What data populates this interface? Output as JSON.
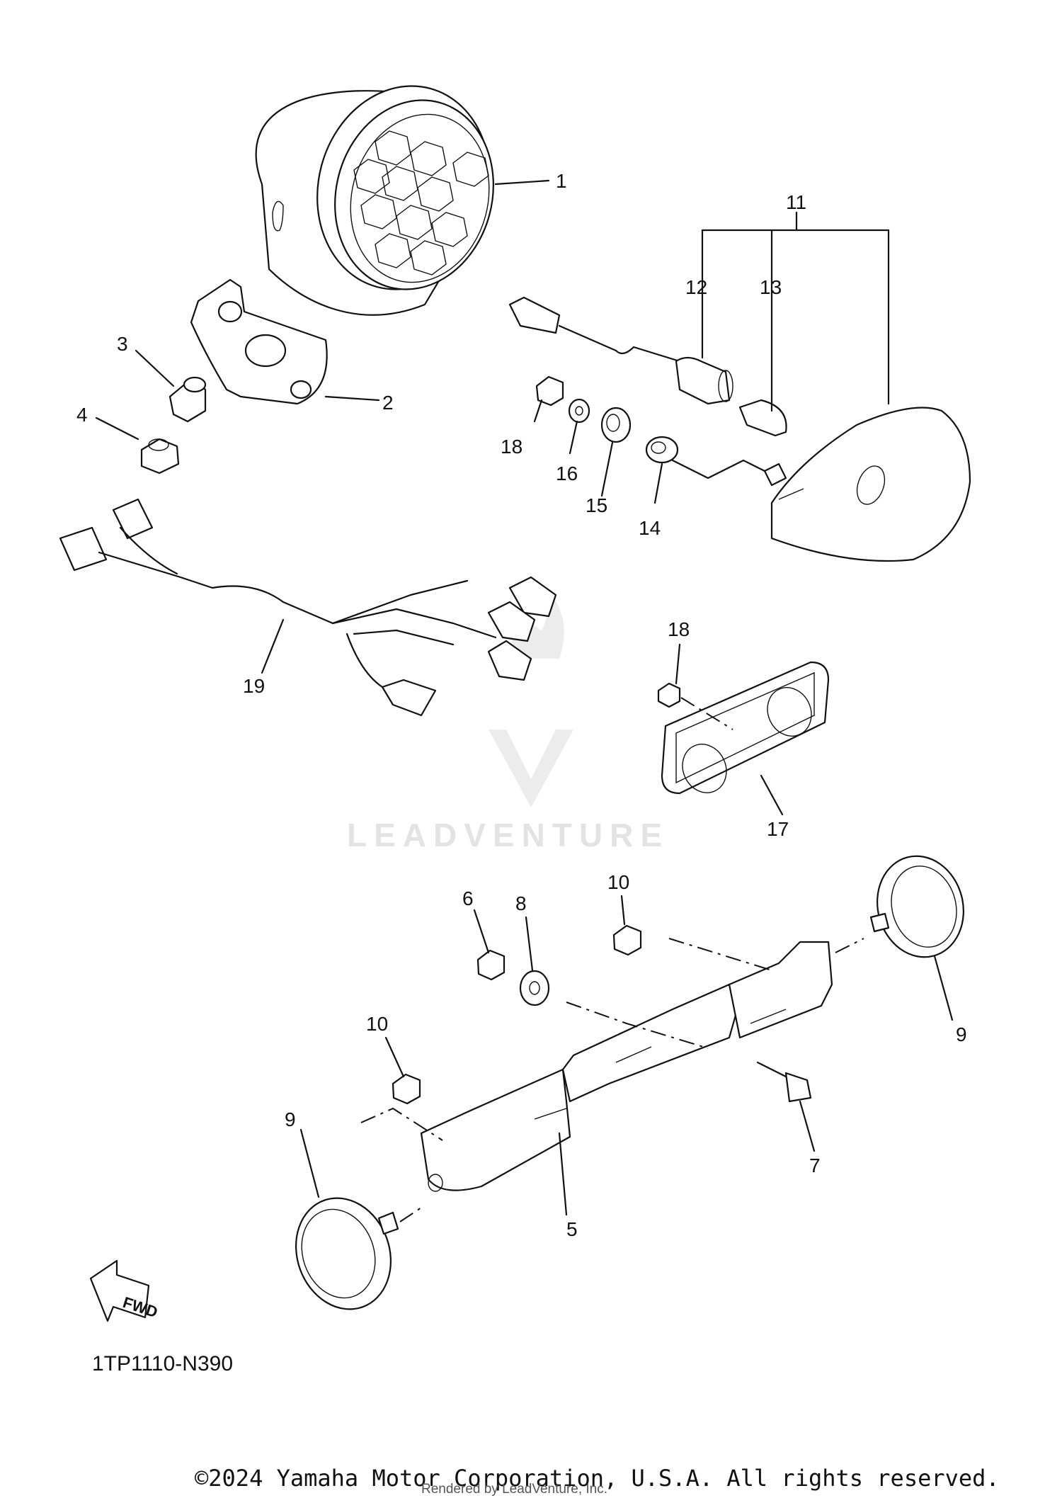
{
  "callouts": {
    "c1": "1",
    "c2": "2",
    "c3": "3",
    "c4": "4",
    "c5": "5",
    "c6": "6",
    "c7": "7",
    "c8": "8",
    "c9a": "9",
    "c9b": "9",
    "c10a": "10",
    "c10b": "10",
    "c11": "11",
    "c12": "12",
    "c13": "13",
    "c14": "14",
    "c15": "15",
    "c16": "16",
    "c17": "17",
    "c18a": "18",
    "c18b": "18",
    "c19": "19"
  },
  "fwd_label": "FWD",
  "diagram_code": "1TP1110-N390",
  "watermark": "LEADVENTURE",
  "copyright": "©2024 Yamaha Motor Corporation, U.S.A. All rights reserved.",
  "rendered_by": "Rendered by LeadVenture, Inc."
}
